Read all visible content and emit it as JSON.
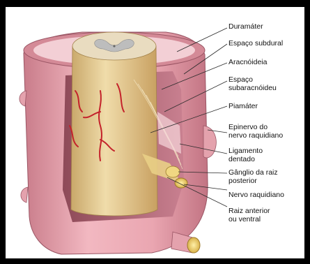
{
  "labels": {
    "duramater": "Duramáter",
    "espaco_subdural": "Espaço subdural",
    "aracnoideia": "Aracnóideia",
    "espaco_subaracnoideu_1": "Espaço",
    "espaco_subaracnoideu_2": "subaracnóideu",
    "piamater": "Piamáter",
    "epinervo_1": "Epinervo do",
    "epinervo_2": "nervo raquidiano",
    "ligamento_1": "Ligamento",
    "ligamento_2": "dentado",
    "ganglio_1": "Gânglio da raiz",
    "ganglio_2": "posterior",
    "nervo": "Nervo raquidiano",
    "raiz_1": "Raiz anterior",
    "raiz_2": "ou ventral"
  },
  "colors": {
    "frame": "#000000",
    "background": "#ffffff",
    "dura": "#e8a3ae",
    "dura_dark": "#b86a78",
    "cord_white": "#d9c79c",
    "cord_gray": "#bcbcbc",
    "vessel": "#c4222b",
    "nerve": "#e6c878",
    "leader": "#2b2b2b"
  }
}
